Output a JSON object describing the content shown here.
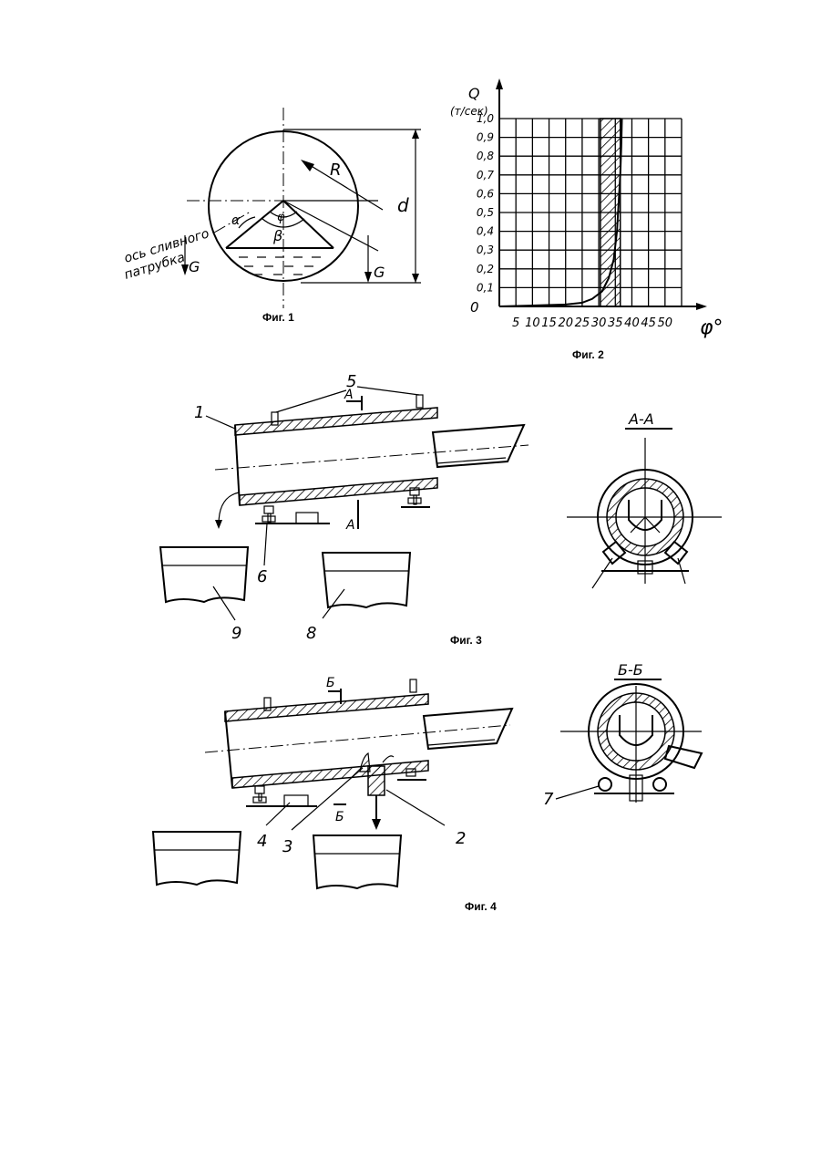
{
  "fig1": {
    "caption": "Фиг. 1",
    "label_R": "R",
    "label_d": "d",
    "label_phi": "φ",
    "label_beta": "β",
    "label_alpha": "α",
    "label_G_left": "G",
    "label_G_right": "G",
    "axis_text_line1": "ось сливного",
    "axis_text_line2": "патрубка"
  },
  "fig2": {
    "caption": "Фиг. 2",
    "chart_data": {
      "type": "line",
      "title": "",
      "ylabel_line1": "Q",
      "ylabel_line2": "(т/сек)",
      "xlabel": "φ°",
      "origin_label": "0",
      "x_ticks": [
        "5",
        "10",
        "15",
        "20",
        "25",
        "30",
        "35",
        "40",
        "45",
        "50"
      ],
      "y_ticks": [
        "0,1",
        "0,2",
        "0,3",
        "0,4",
        "0,5",
        "0,6",
        "0,7",
        "0,8",
        "0,9",
        "1,0"
      ],
      "xlim": [
        0,
        55
      ],
      "ylim": [
        0,
        1.0
      ],
      "grid": true,
      "series": [
        {
          "x": [
            0,
            10,
            20,
            25,
            28,
            31,
            33,
            34.5,
            35.5,
            36,
            36.5,
            36.8,
            37
          ],
          "y": [
            0,
            0.005,
            0.01,
            0.02,
            0.04,
            0.08,
            0.15,
            0.25,
            0.4,
            0.55,
            0.7,
            0.85,
            1.0
          ]
        }
      ],
      "shaded_band": [
        30.5,
        36.5
      ]
    }
  },
  "fig3": {
    "caption": "Фиг. 3",
    "section_label": "А-А",
    "cut_mark_top": "А",
    "cut_mark_bottom": "А",
    "num_1": "1",
    "num_5": "5",
    "num_6": "6",
    "num_8": "8",
    "num_9": "9"
  },
  "fig4": {
    "caption": "Фиг. 4",
    "section_label": "Б-Б",
    "cut_mark_top": "Б",
    "cut_mark_bottom": "Б",
    "num_2": "2",
    "num_3": "3",
    "num_4": "4",
    "num_7": "7"
  }
}
